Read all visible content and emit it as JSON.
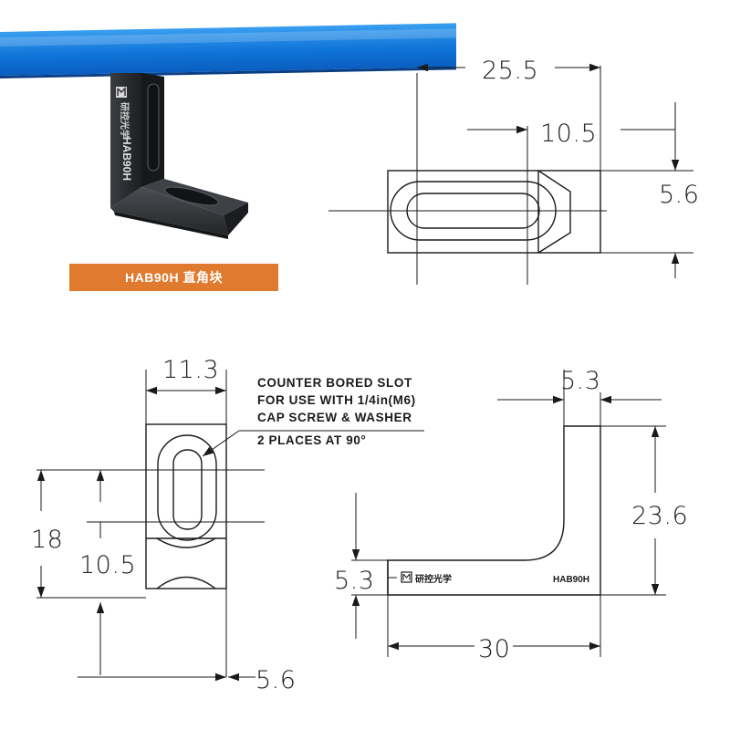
{
  "product": {
    "label": "HAB90H 直角块",
    "model_stamp": "HAB90H",
    "brand_mark": "M",
    "brand_text": "研控光学"
  },
  "dimensions": {
    "top_view": {
      "total_width": "25.5",
      "slot_span": "10.5",
      "height": "5.6"
    },
    "front_view": {
      "width": "11.3",
      "height": "18",
      "slot_length": "10.5",
      "base": "5.6"
    },
    "side_view": {
      "thickness_top": "5.3",
      "height": "23.6",
      "thickness_base": "5.3",
      "length": "30"
    }
  },
  "callout": {
    "lines": [
      "COUNTER BORED SLOT",
      "FOR USE WITH 1/4in(M6)",
      "CAP SCREW & WASHER",
      "2 PLACES AT 90°"
    ]
  },
  "colors": {
    "banner": "#1180e0",
    "label_bg": "#e07a2e",
    "line": "#1a1a1a",
    "part_body": "#2b2d31"
  }
}
